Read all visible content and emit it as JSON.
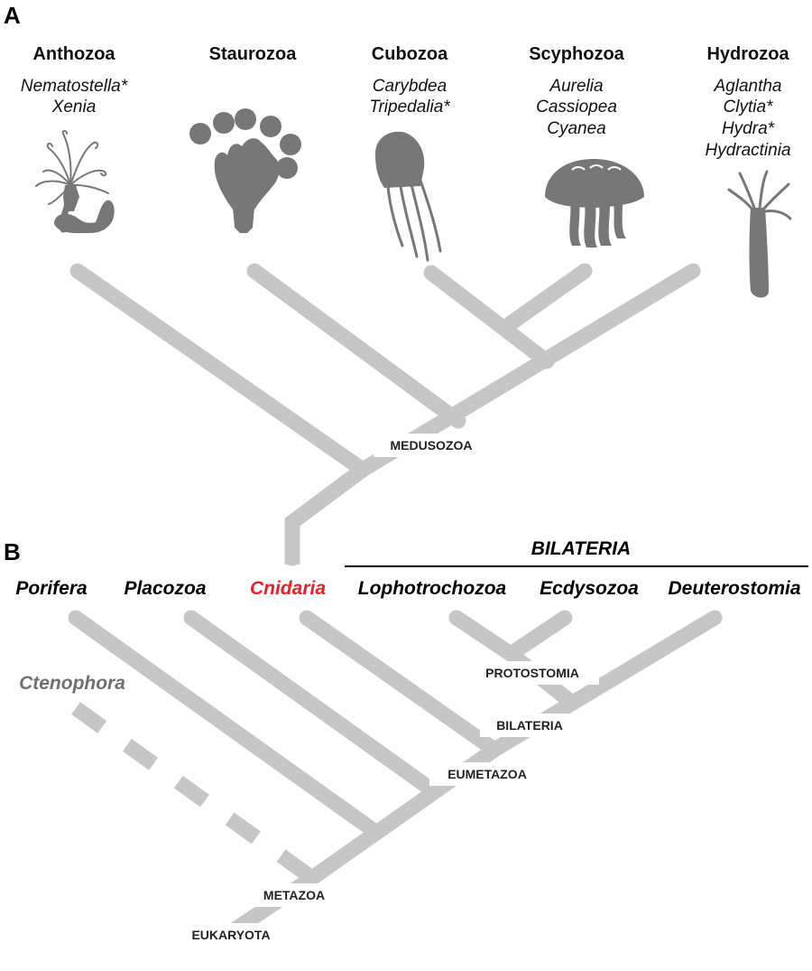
{
  "panel_a": {
    "label": "A",
    "clades": [
      {
        "name": "Anthozoa",
        "genera": [
          "Nematostella*",
          "Xenia"
        ],
        "icon": "sea-anemone-icon"
      },
      {
        "name": "Staurozoa",
        "genera": [],
        "icon": "stalked-jellyfish-icon"
      },
      {
        "name": "Cubozoa",
        "genera": [
          "Carybdea",
          "Tripedalia*"
        ],
        "icon": "box-jellyfish-icon"
      },
      {
        "name": "Scyphozoa",
        "genera": [
          "Aurelia",
          "Cassiopea",
          "Cyanea"
        ],
        "icon": "true-jellyfish-icon"
      },
      {
        "name": "Hydrozoa",
        "genera": [
          "Aglantha",
          "Clytia*",
          "Hydra*",
          "Hydractinia"
        ],
        "icon": "hydra-icon"
      }
    ],
    "node_label": "MEDUSOZOA"
  },
  "panel_b": {
    "label": "B",
    "bilateria_header": "BILATERIA",
    "taxa": [
      "Porifera",
      "Placozoa",
      "Cnidaria",
      "Lophotrochozoa",
      "Ecdysozoa",
      "Deuterostomia"
    ],
    "ctenophora": "Ctenophora",
    "nodes": {
      "protostomia": "PROTOSTOMIA",
      "bilateria": "BILATERIA",
      "eumetazoa": "EUMETAZOA",
      "metazoa": "METAZOA",
      "eukaryota": "EUKARYOTA"
    },
    "colors": {
      "highlight": "#e8202a",
      "ctenophora": "#707070",
      "branch": "#c6c6c6",
      "silhouette": "#777777"
    }
  }
}
